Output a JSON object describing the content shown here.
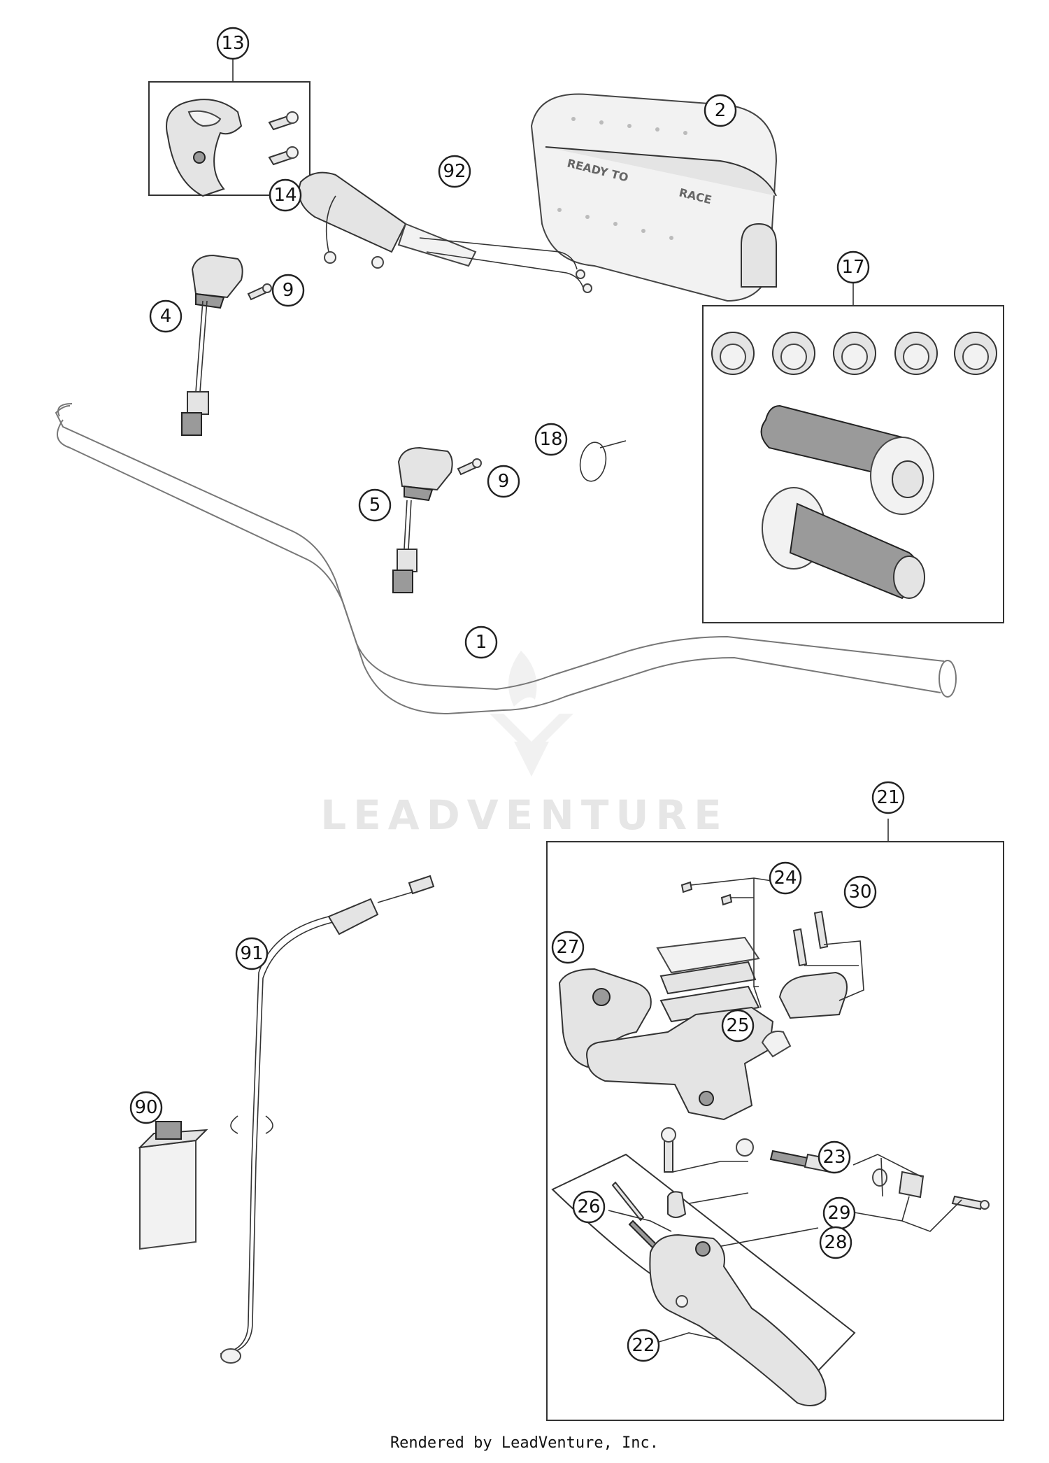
{
  "watermark": {
    "text": "LEADVENTURE"
  },
  "pad_printed_text": {
    "left": "READY TO",
    "right": "RACE"
  },
  "footer": {
    "text": "Rendered by LeadVenture, Inc."
  },
  "callouts": {
    "c13": "13",
    "c14": "14",
    "c2": "2",
    "c92": "92",
    "c9a": "9",
    "c4": "4",
    "c17": "17",
    "c18": "18",
    "c9b": "9",
    "c5": "5",
    "c1": "1",
    "c21": "21",
    "c24": "24",
    "c30": "30",
    "c27": "27",
    "c25": "25",
    "c91": "91",
    "c23": "23",
    "c90": "90",
    "c29": "29",
    "c26": "26",
    "c28": "28",
    "c22": "22"
  }
}
